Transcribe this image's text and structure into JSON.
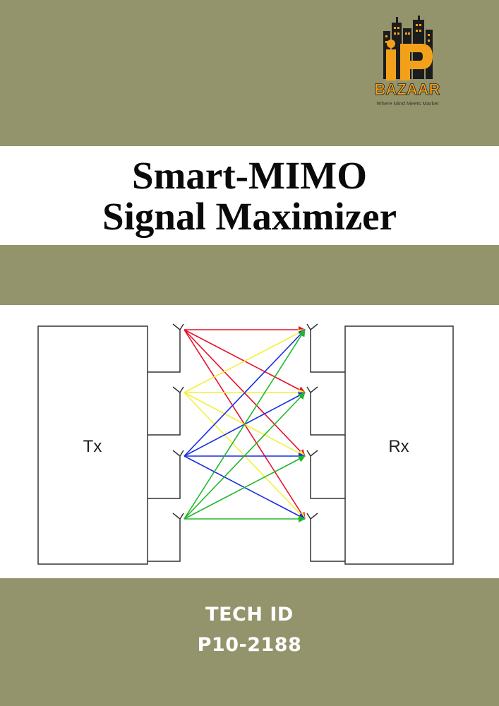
{
  "logo": {
    "brand": "BAZAAR",
    "tagline": "Where Mind Meets Market",
    "colors": {
      "gold": "#f3a11a",
      "dark": "#1c1c1c"
    }
  },
  "title": {
    "line1": "Smart-MIMO",
    "line2": "Signal Maximizer"
  },
  "diagram": {
    "tx_label": "Tx",
    "rx_label": "Rx",
    "antennas_per_side": 4,
    "link_colors": [
      "#e8102a",
      "#f2f23a",
      "#1a2fe0",
      "#20b82a"
    ]
  },
  "tech": {
    "label": "TECH ID",
    "id": "P10-2188"
  },
  "colors": {
    "background": "#93946c",
    "band": "#ffffff"
  }
}
